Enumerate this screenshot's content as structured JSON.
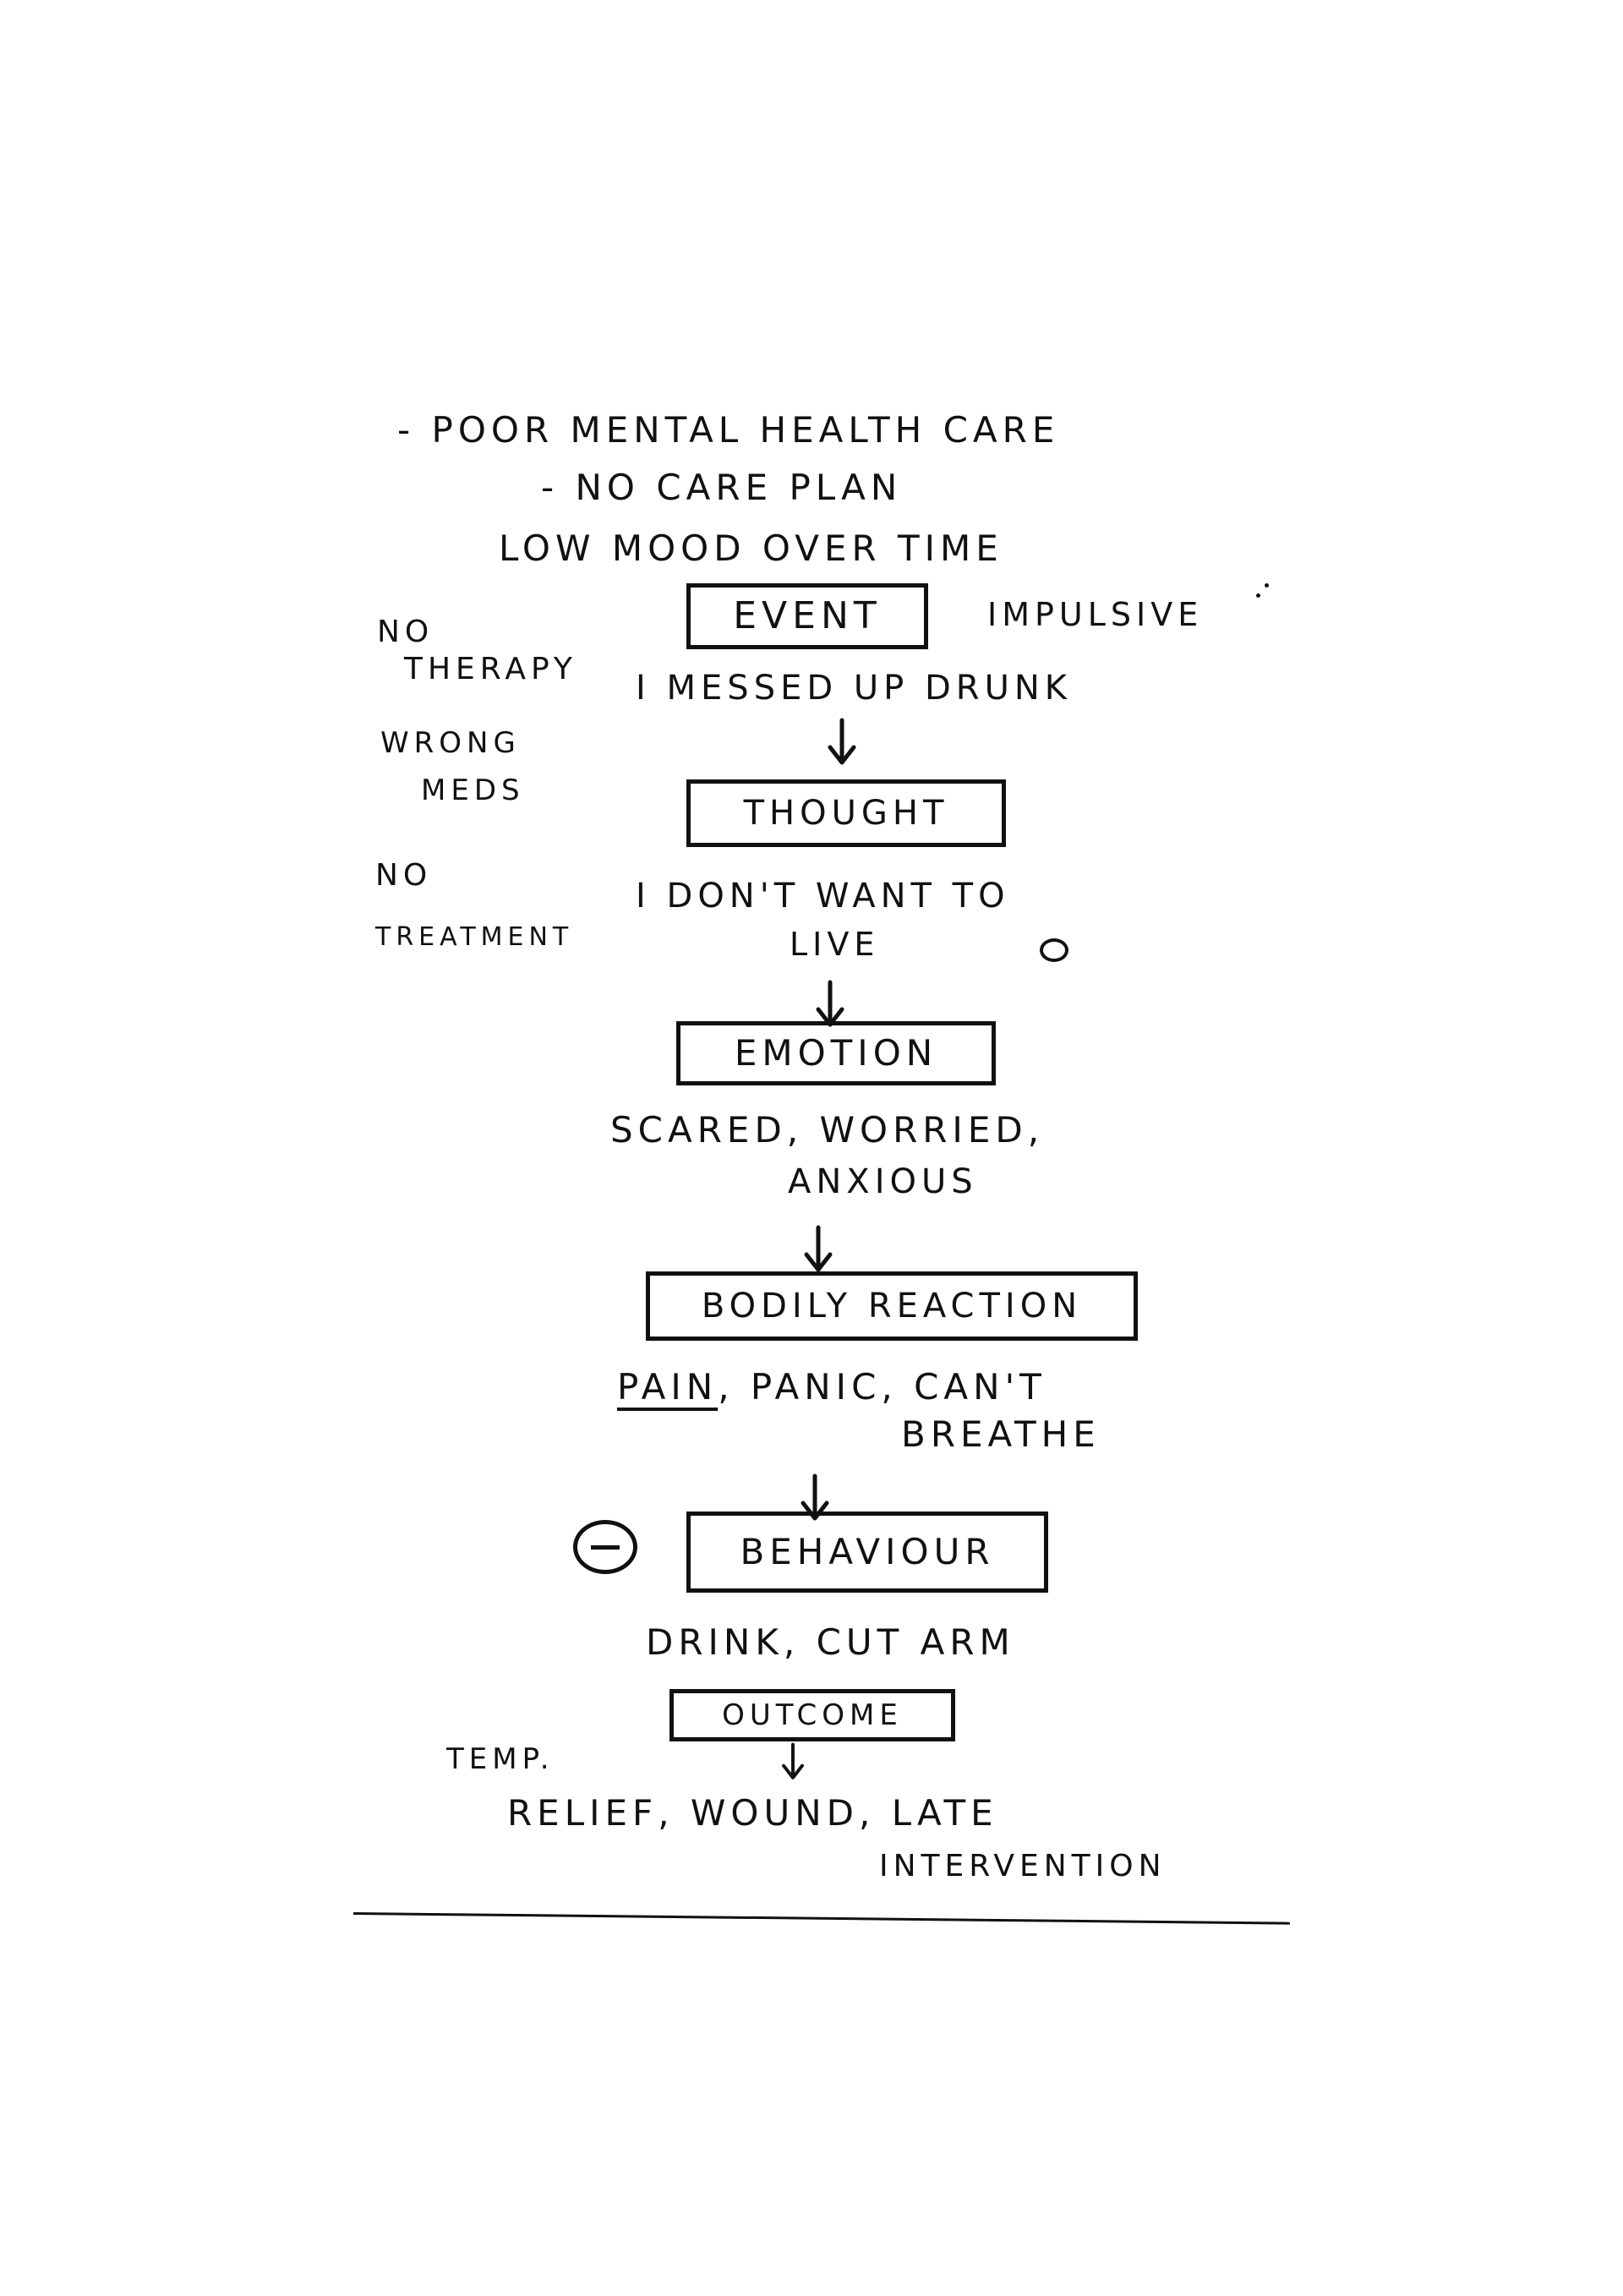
{
  "causes": {
    "line1": "- POOR MENTAL HEALTH CARE",
    "line2": "- NO CARE PLAN",
    "line3": "LOW MOOD OVER TIME"
  },
  "side_notes": {
    "no_therapy_1": "NO",
    "no_therapy_2": "THERAPY",
    "wrong_meds_1": "WRONG",
    "wrong_meds_2": "MEDS",
    "no_treatment_1": "NO",
    "no_treatment_2": "TREATMENT",
    "impulsive": "IMPULSIVE",
    "temp": "TEMP."
  },
  "steps": {
    "event": {
      "label": "EVENT",
      "detail_1": "I MESSED UP DRUNK"
    },
    "thought": {
      "label": "THOUGHT",
      "detail_1": "I DON'T WANT TO",
      "detail_2": "LIVE"
    },
    "emotion": {
      "label": "EMOTION",
      "detail_1": "SCARED, WORRIED,",
      "detail_2": "ANXIOUS"
    },
    "bodily_reaction": {
      "label": "BODILY REACTION",
      "detail_pain": "PAIN",
      "detail_rest": ", PANIC, CAN'T",
      "detail_2": "BREATHE"
    },
    "behaviour": {
      "label": "BEHAVIOUR",
      "detail_1": "DRINK, CUT ARM"
    },
    "outcome": {
      "label": "OUTCOME",
      "detail_1": "RELIEF, WOUND, LATE",
      "detail_2": "INTERVENTION"
    }
  },
  "colors": {
    "ink": "#111111",
    "paper": "#ffffff"
  }
}
